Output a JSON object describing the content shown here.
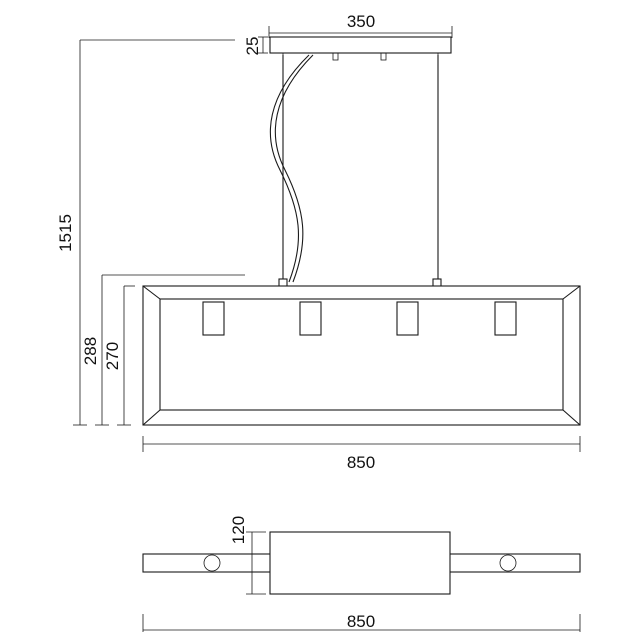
{
  "dimensions": {
    "canopy_width": "350",
    "canopy_height": "25",
    "total_height": "1515",
    "body_height_outer": "288",
    "body_height_inner": "270",
    "body_width_front": "850",
    "body_depth_top": "120",
    "body_width_top": "850"
  },
  "colors": {
    "line": "#1a1a1a",
    "background": "#ffffff"
  }
}
